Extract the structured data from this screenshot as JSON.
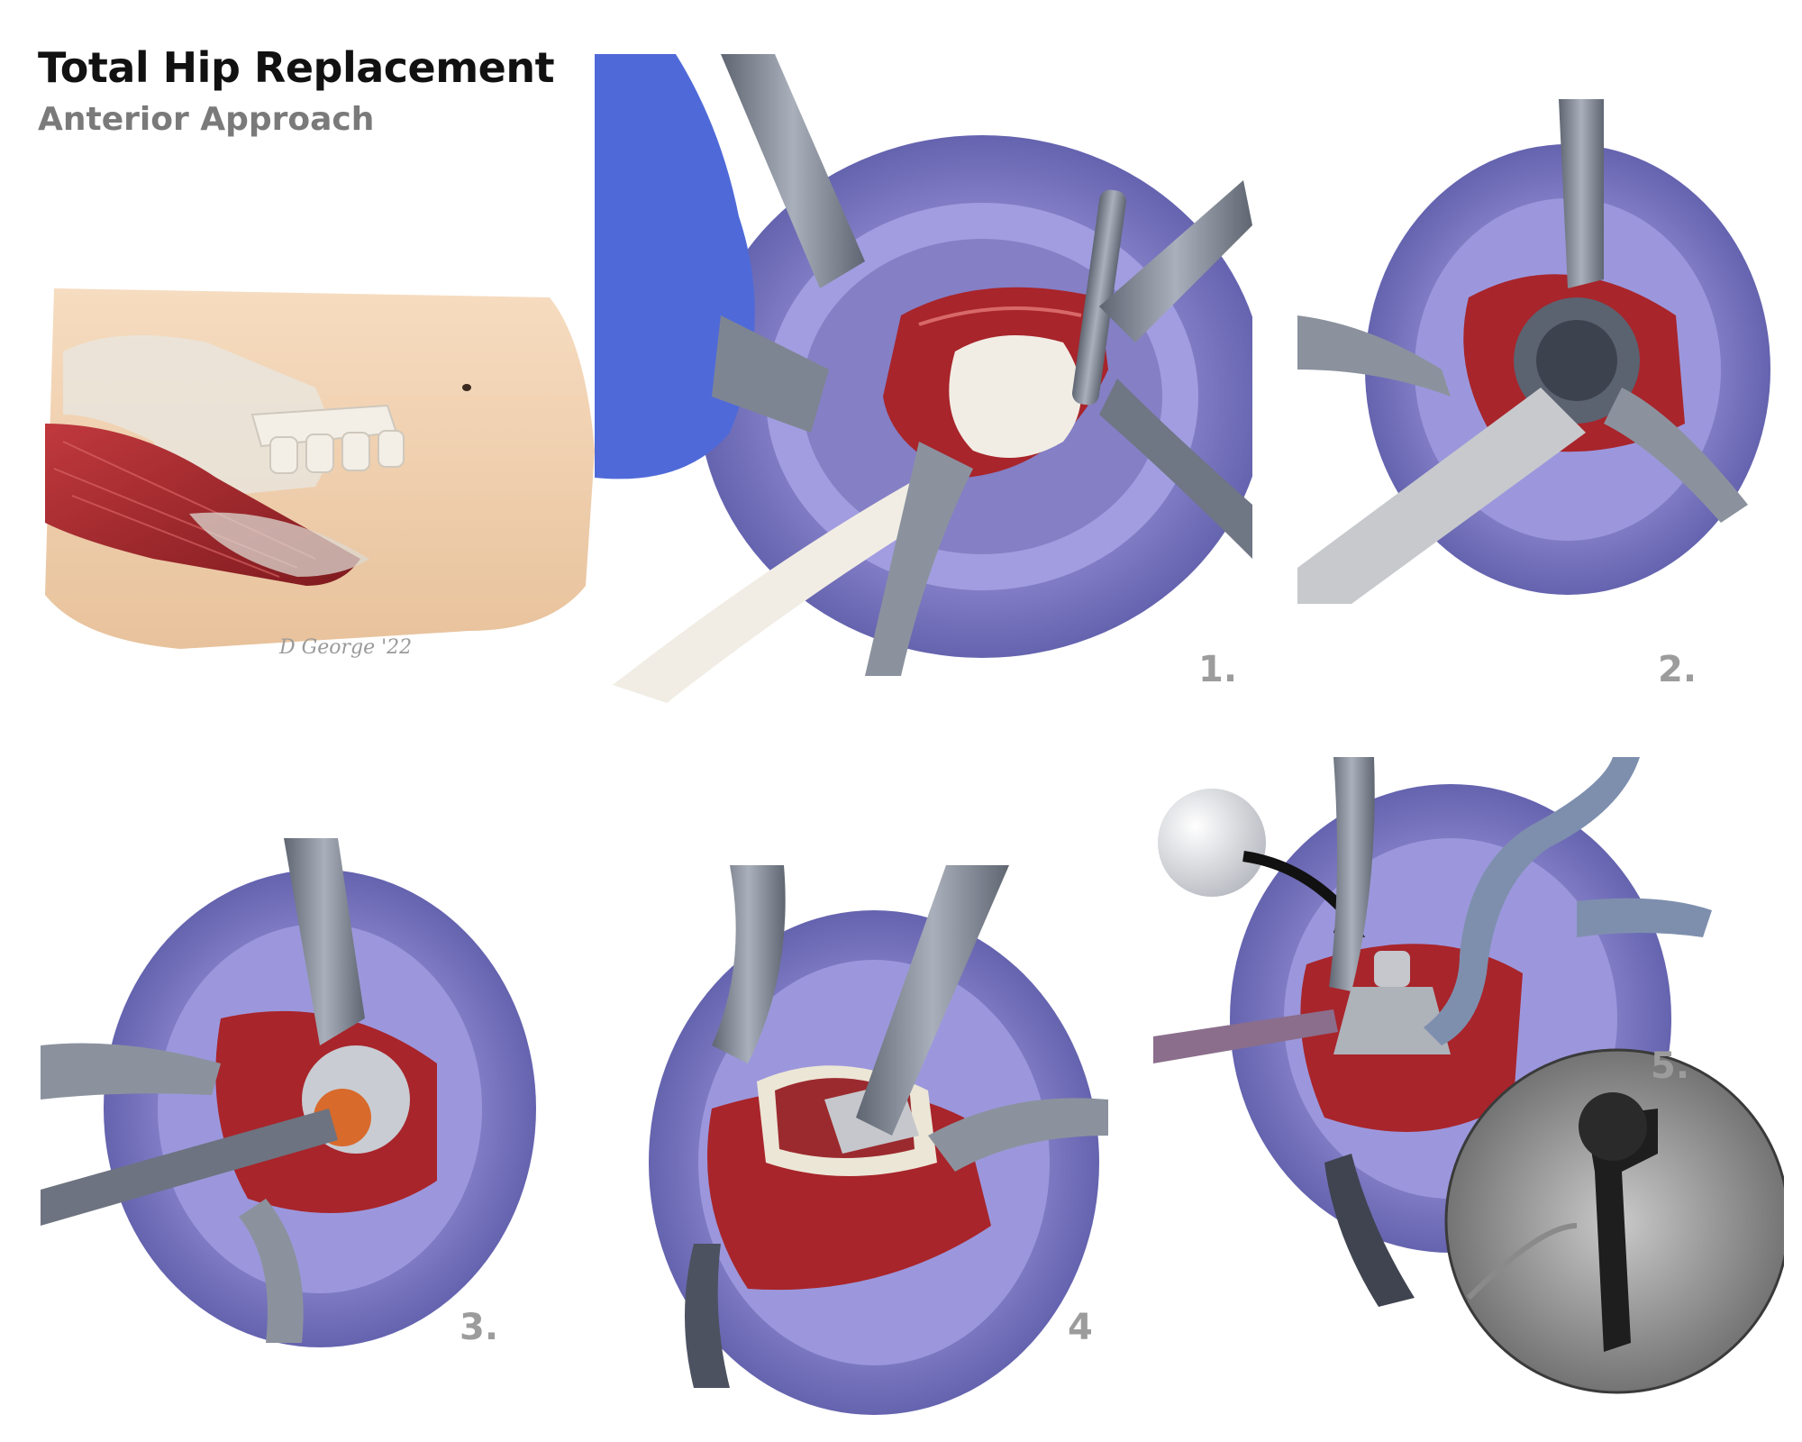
{
  "header": {
    "title": "Total Hip Replacement",
    "subtitle": "Anterior Approach"
  },
  "overview": {
    "signature": "D George '22"
  },
  "steps": [
    {
      "label": "1."
    },
    {
      "label": "2."
    },
    {
      "label": "3."
    },
    {
      "label": "4"
    },
    {
      "label": "5."
    }
  ],
  "palette": {
    "drape": "#8a84cc",
    "drape_dark": "#5a5aa6",
    "muscle": "#a8252b",
    "instrument": "#7e8592",
    "skin": "#efd2b0",
    "bone": "#f1ede4",
    "glove": "#4f6ad8"
  }
}
